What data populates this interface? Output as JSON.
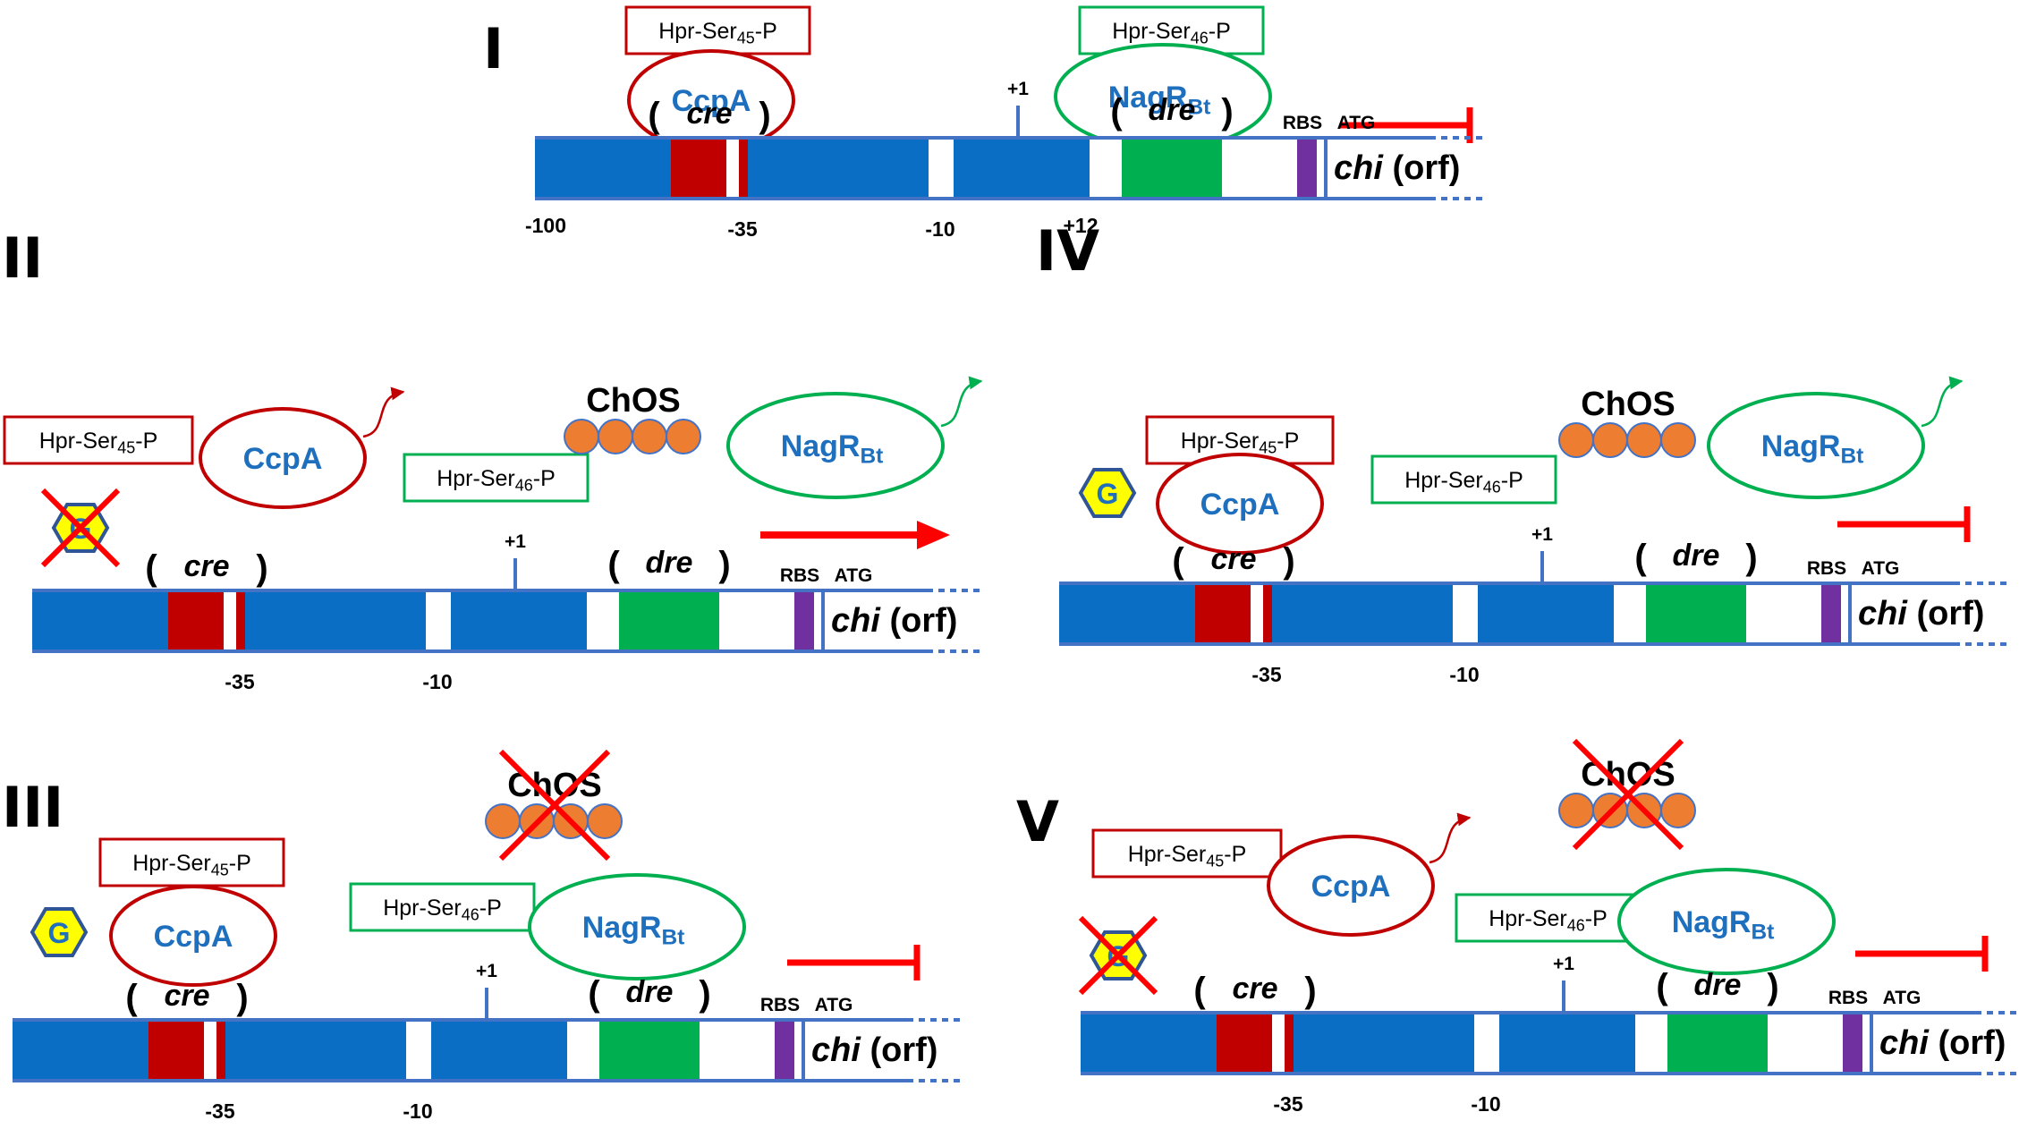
{
  "labels": {
    "hpr45_main": "Hpr-Ser",
    "hpr45_sub": "45",
    "hpr46_main": "Hpr-Ser",
    "hpr46_sub": "46",
    "phospho": "-P",
    "ccpa": "CcpA",
    "nagr_main": "NagR",
    "nagr_sub": "Bt",
    "cre": "cre",
    "dre": "dre",
    "chos": "ChOS",
    "glucose": "G",
    "rbs": "RBS",
    "atg": "ATG",
    "chi": "chi",
    "orf": "(orf)",
    "tss": "+1",
    "pos_minus100": "-100",
    "pos_minus35": "-35",
    "pos_minus10": "-10",
    "pos_plus12": "+12",
    "open_bracket": "(",
    "close_bracket": ")"
  },
  "panels": [
    {
      "id": "I",
      "label": "I"
    },
    {
      "id": "II",
      "label": "II"
    },
    {
      "id": "III",
      "label": "III"
    },
    {
      "id": "IV",
      "label": "IV"
    },
    {
      "id": "V",
      "label": "V"
    }
  ],
  "colors": {
    "dna": "#0b6ec5",
    "cre": "#c00000",
    "dre": "#00b050",
    "rbs": "#7030a0",
    "ccpa": "#c00000",
    "nagr": "#00b050",
    "repress": "#ff0000",
    "activate": "#ff0000",
    "chos": "#ed7d31",
    "glucose": "#ffff00",
    "label_blue": "#1f6fbf"
  }
}
